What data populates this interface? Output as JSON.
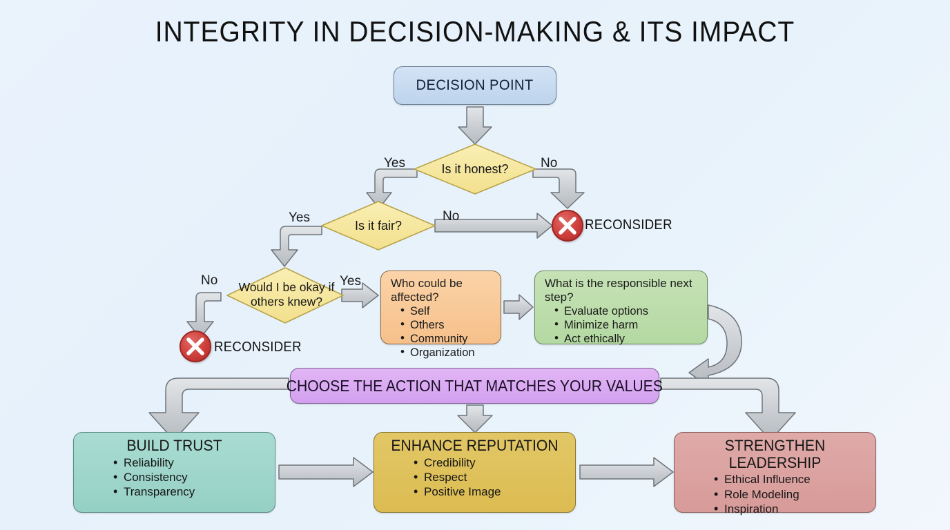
{
  "page": {
    "title": "INTEGRITY IN DECISION-MAKING & ITS IMPACT",
    "background_color": "#e8f2fb"
  },
  "colors": {
    "start_box": "#c6daef",
    "decision_diamond": "#f5e79e",
    "affected_box": "#f9cb9c",
    "nextstep_box": "#bfdcad",
    "choose_box": "#d9a9f0",
    "trust_box": "#9fd6cb",
    "reputation_box": "#dfc25c",
    "leadership_box": "#dba4a2",
    "reconsider_marker": "#d43f3f",
    "arrow_fill": "#c9cdd1",
    "arrow_stroke": "#6f7479"
  },
  "nodes": {
    "start": {
      "label": "DECISION POINT"
    },
    "decisions": [
      {
        "id": "honest",
        "label": "Is it honest?",
        "yes_label": "Yes",
        "no_label": "No"
      },
      {
        "id": "fair",
        "label": "Is it fair?",
        "yes_label": "Yes",
        "no_label": "No"
      },
      {
        "id": "others_knew",
        "label_line1": "Would I be okay if",
        "label_line2": "others knew?",
        "yes_label": "Yes",
        "no_label": "No"
      }
    ],
    "reconsider": [
      {
        "id": "reconsider-1",
        "label": "RECONSIDER",
        "icon": "x-circle-icon"
      },
      {
        "id": "reconsider-2",
        "label": "RECONSIDER",
        "icon": "x-circle-icon"
      }
    ],
    "affected": {
      "heading": "Who could be affected?",
      "items": [
        "Self",
        "Others",
        "Community",
        "Organization"
      ]
    },
    "next_step": {
      "heading": "What is the responsible next step?",
      "items": [
        "Evaluate options",
        "Minimize harm",
        "Act ethically"
      ]
    },
    "choose_action": {
      "label": "CHOOSE THE ACTION THAT MATCHES YOUR VALUES"
    },
    "outcomes": [
      {
        "id": "build-trust",
        "heading": "BUILD TRUST",
        "items": [
          "Reliability",
          "Consistency",
          "Transparency"
        ]
      },
      {
        "id": "enhance-reputation",
        "heading": "ENHANCE REPUTATION",
        "items": [
          "Credibility",
          "Respect",
          "Positive Image"
        ]
      },
      {
        "id": "strengthen-leadership",
        "heading": "STRENGTHEN LEADERSHIP",
        "items": [
          "Ethical Influence",
          "Role Modeling",
          "Inspiration"
        ]
      }
    ]
  },
  "chart_data": {
    "type": "diagram",
    "title": "INTEGRITY IN DECISION-MAKING & ITS IMPACT",
    "diagram_kind": "flowchart",
    "flow": [
      {
        "from": "DECISION POINT",
        "to": "Is it honest?",
        "label": ""
      },
      {
        "from": "Is it honest?",
        "to": "Is it fair?",
        "label": "Yes"
      },
      {
        "from": "Is it honest?",
        "to": "RECONSIDER",
        "label": "No"
      },
      {
        "from": "Is it fair?",
        "to": "Would I be okay if others knew?",
        "label": "Yes"
      },
      {
        "from": "Is it fair?",
        "to": "RECONSIDER",
        "label": "No"
      },
      {
        "from": "Would I be okay if others knew?",
        "to": "Who could be affected?",
        "label": "Yes"
      },
      {
        "from": "Would I be okay if others knew?",
        "to": "RECONSIDER",
        "label": "No"
      },
      {
        "from": "Who could be affected?",
        "to": "What is the responsible next step?",
        "label": ""
      },
      {
        "from": "What is the responsible next step?",
        "to": "CHOOSE THE ACTION THAT MATCHES YOUR VALUES",
        "label": ""
      },
      {
        "from": "CHOOSE THE ACTION THAT MATCHES YOUR VALUES",
        "to": "BUILD TRUST",
        "label": ""
      },
      {
        "from": "CHOOSE THE ACTION THAT MATCHES YOUR VALUES",
        "to": "ENHANCE REPUTATION",
        "label": ""
      },
      {
        "from": "CHOOSE THE ACTION THAT MATCHES YOUR VALUES",
        "to": "STRENGTHEN LEADERSHIP",
        "label": ""
      },
      {
        "from": "BUILD TRUST",
        "to": "ENHANCE REPUTATION",
        "label": ""
      },
      {
        "from": "ENHANCE REPUTATION",
        "to": "STRENGTHEN LEADERSHIP",
        "label": ""
      }
    ]
  }
}
